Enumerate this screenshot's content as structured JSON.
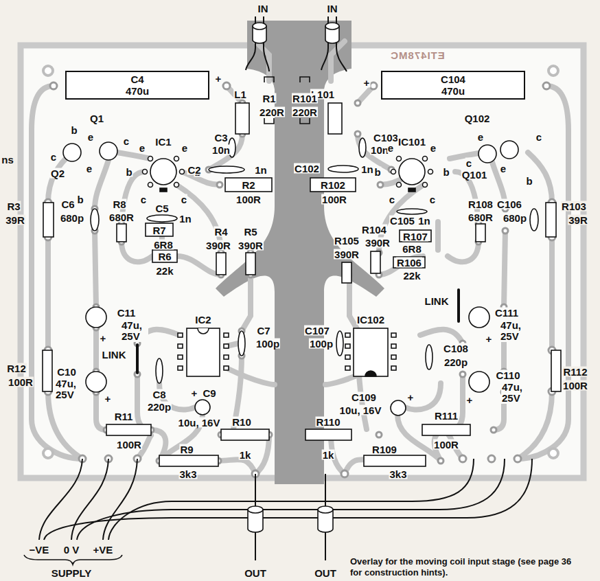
{
  "diagram": {
    "caption": "Overlay for the moving coil input stage (see page 36 for construction hints).",
    "nodes": [
      {
        "text": [
          "C4",
          "470u"
        ]
      },
      {
        "text": [
          "C104",
          "470u"
        ]
      }
    ],
    "labels": [
      "ETI478MC",
      "ns",
      "IN",
      "IN",
      "+",
      "+",
      "L1",
      "R1",
      "220R",
      "L101",
      "R101",
      "220R",
      "C3",
      "10n",
      "C103",
      "10n",
      "b",
      "Q1",
      "e",
      "c",
      "c",
      "e",
      "Q2",
      "b",
      "IC1",
      "e",
      "e",
      "b",
      "b",
      "c",
      "c",
      "C2",
      "1n",
      "R2",
      "100R",
      "C102",
      "1n",
      "R102",
      "100R",
      "IC101",
      "e",
      "e",
      "b",
      "b",
      "c",
      "c",
      "Q102",
      "e",
      "c",
      "c",
      "e",
      "Q101",
      "b",
      "R3",
      "39R",
      "C6",
      "680p",
      "R8",
      "680R",
      "C5",
      "1n",
      "R7",
      "6R8",
      "R4",
      "390R",
      "R5",
      "390R",
      "R6",
      "22k",
      "R103",
      "39R",
      "C106",
      "680p",
      "R108",
      "680R",
      "C105",
      "1n",
      "R107",
      "6R8",
      "R104",
      "390R",
      "R105",
      "390R",
      "R106",
      "22k",
      "LINK",
      "LINK",
      "C11",
      "47u, 25V",
      "+",
      "C10",
      "47u, 25V",
      "+",
      "R12",
      "100R",
      "IC2",
      "C7",
      "100p",
      "C8",
      "220p",
      "+",
      "C9",
      "10u, 16V",
      "IC102",
      "C107",
      "100p",
      "C108",
      "220p",
      "C111",
      "47u, 25V",
      "+",
      "C110",
      "47u, 25V",
      "+",
      "R112",
      "100R",
      "C109",
      "+",
      "10u, 16V",
      "R11",
      "100R",
      "R10",
      "1k",
      "R9",
      "3k3",
      "R110",
      "1k",
      "R109",
      "3k3",
      "R111",
      "100R",
      "−VE",
      "0 V",
      "+VE",
      "SUPPLY",
      "OUT",
      "OUT"
    ]
  }
}
